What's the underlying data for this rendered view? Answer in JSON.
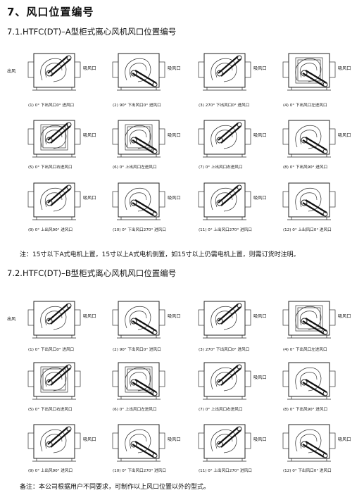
{
  "page": {
    "title": "7、风口位置编号",
    "section_a": {
      "title": "7.1.HTFC(DT)–A型柜式离心风机风口位置编号",
      "figures": [
        {
          "caption": "(1) 0°  下出风口0°  进风口",
          "labels": {
            "out": "出风",
            "in": "吸风口"
          }
        },
        {
          "caption": "(2) 90°  下出风口0°  进风口",
          "labels": {
            "in": "吸风口"
          }
        },
        {
          "caption": "(3) 270°  下出风口0°  进风口",
          "labels": {
            "in": "吸风口"
          }
        },
        {
          "caption": "(4) 0°  下出风口左进风口",
          "labels": {
            "in": "吸风口"
          }
        },
        {
          "caption": "(5) 0°  下出风口右进风口",
          "labels": {
            "in": "吸风口"
          }
        },
        {
          "caption": "(6) 0°  上出风口左进风口",
          "labels": {
            "in": "吸风口"
          }
        },
        {
          "caption": "(7) 0°  上出风口右进风口",
          "labels": {
            "in": "吸风口"
          }
        },
        {
          "caption": "(8) 0°  下出风90°  进风口",
          "labels": {
            "in": "吸风口"
          }
        },
        {
          "caption": "(9) 0°  上出风90° 进风口",
          "labels": {
            "in": "吸风口"
          }
        },
        {
          "caption": "(10) 0°  下出风口270°  进风口",
          "labels": {
            "in": "吸风口"
          }
        },
        {
          "caption": "(11) 0°  上出风口270°  进风口",
          "labels": {
            "in": "吸风口"
          }
        },
        {
          "caption": "(12) 0°  上出风口0°  进风口",
          "labels": {}
        }
      ],
      "note": "注：15寸以下A式电机上置，15寸以上A式电机侧置，如15寸以上仍需电机上置，则需订货时注明。"
    },
    "section_b": {
      "title": "7.2.HTFC(DT)–B型柜式离心风机风口位置编号",
      "figures": [
        {
          "caption": "(1) 0°  下出风口0°  进风口",
          "labels": {
            "out": "出风",
            "in": "吸风口"
          }
        },
        {
          "caption": "(2) 90°  下出风口0°  进风口",
          "labels": {
            "in": "吸风口"
          }
        },
        {
          "caption": "(3) 270°  下出风口0°  进风口",
          "labels": {
            "in": "吸风口"
          }
        },
        {
          "caption": "(4) 0°  下出风口左进风口",
          "labels": {
            "in": "吸风口"
          }
        },
        {
          "caption": "(5) 0°  下出风口右进风口",
          "labels": {}
        },
        {
          "caption": "(6) 0°  上出风口左进风口",
          "labels": {}
        },
        {
          "caption": "(7) 0°  上出风口右进风口",
          "labels": {
            "in": "吸风口"
          }
        },
        {
          "caption": "(8) 0°  下出风90°  进风口",
          "labels": {}
        },
        {
          "caption": "(9) 0°  上出风90°  进风口",
          "labels": {
            "in": "吸风口"
          }
        },
        {
          "caption": "(10) 0°  下出风口270°  进风口",
          "labels": {
            "in": "吸风口"
          }
        },
        {
          "caption": "(11) 0°  上出风口270°  进风口",
          "labels": {
            "in": "吸风口"
          }
        },
        {
          "caption": "(12) 0°  下出风口0°  进风口",
          "labels": {
            "in": "吸风口"
          }
        }
      ],
      "note": "备注：本公司根据用户不同要求，可制作以上风口位置以外的型式。"
    }
  }
}
